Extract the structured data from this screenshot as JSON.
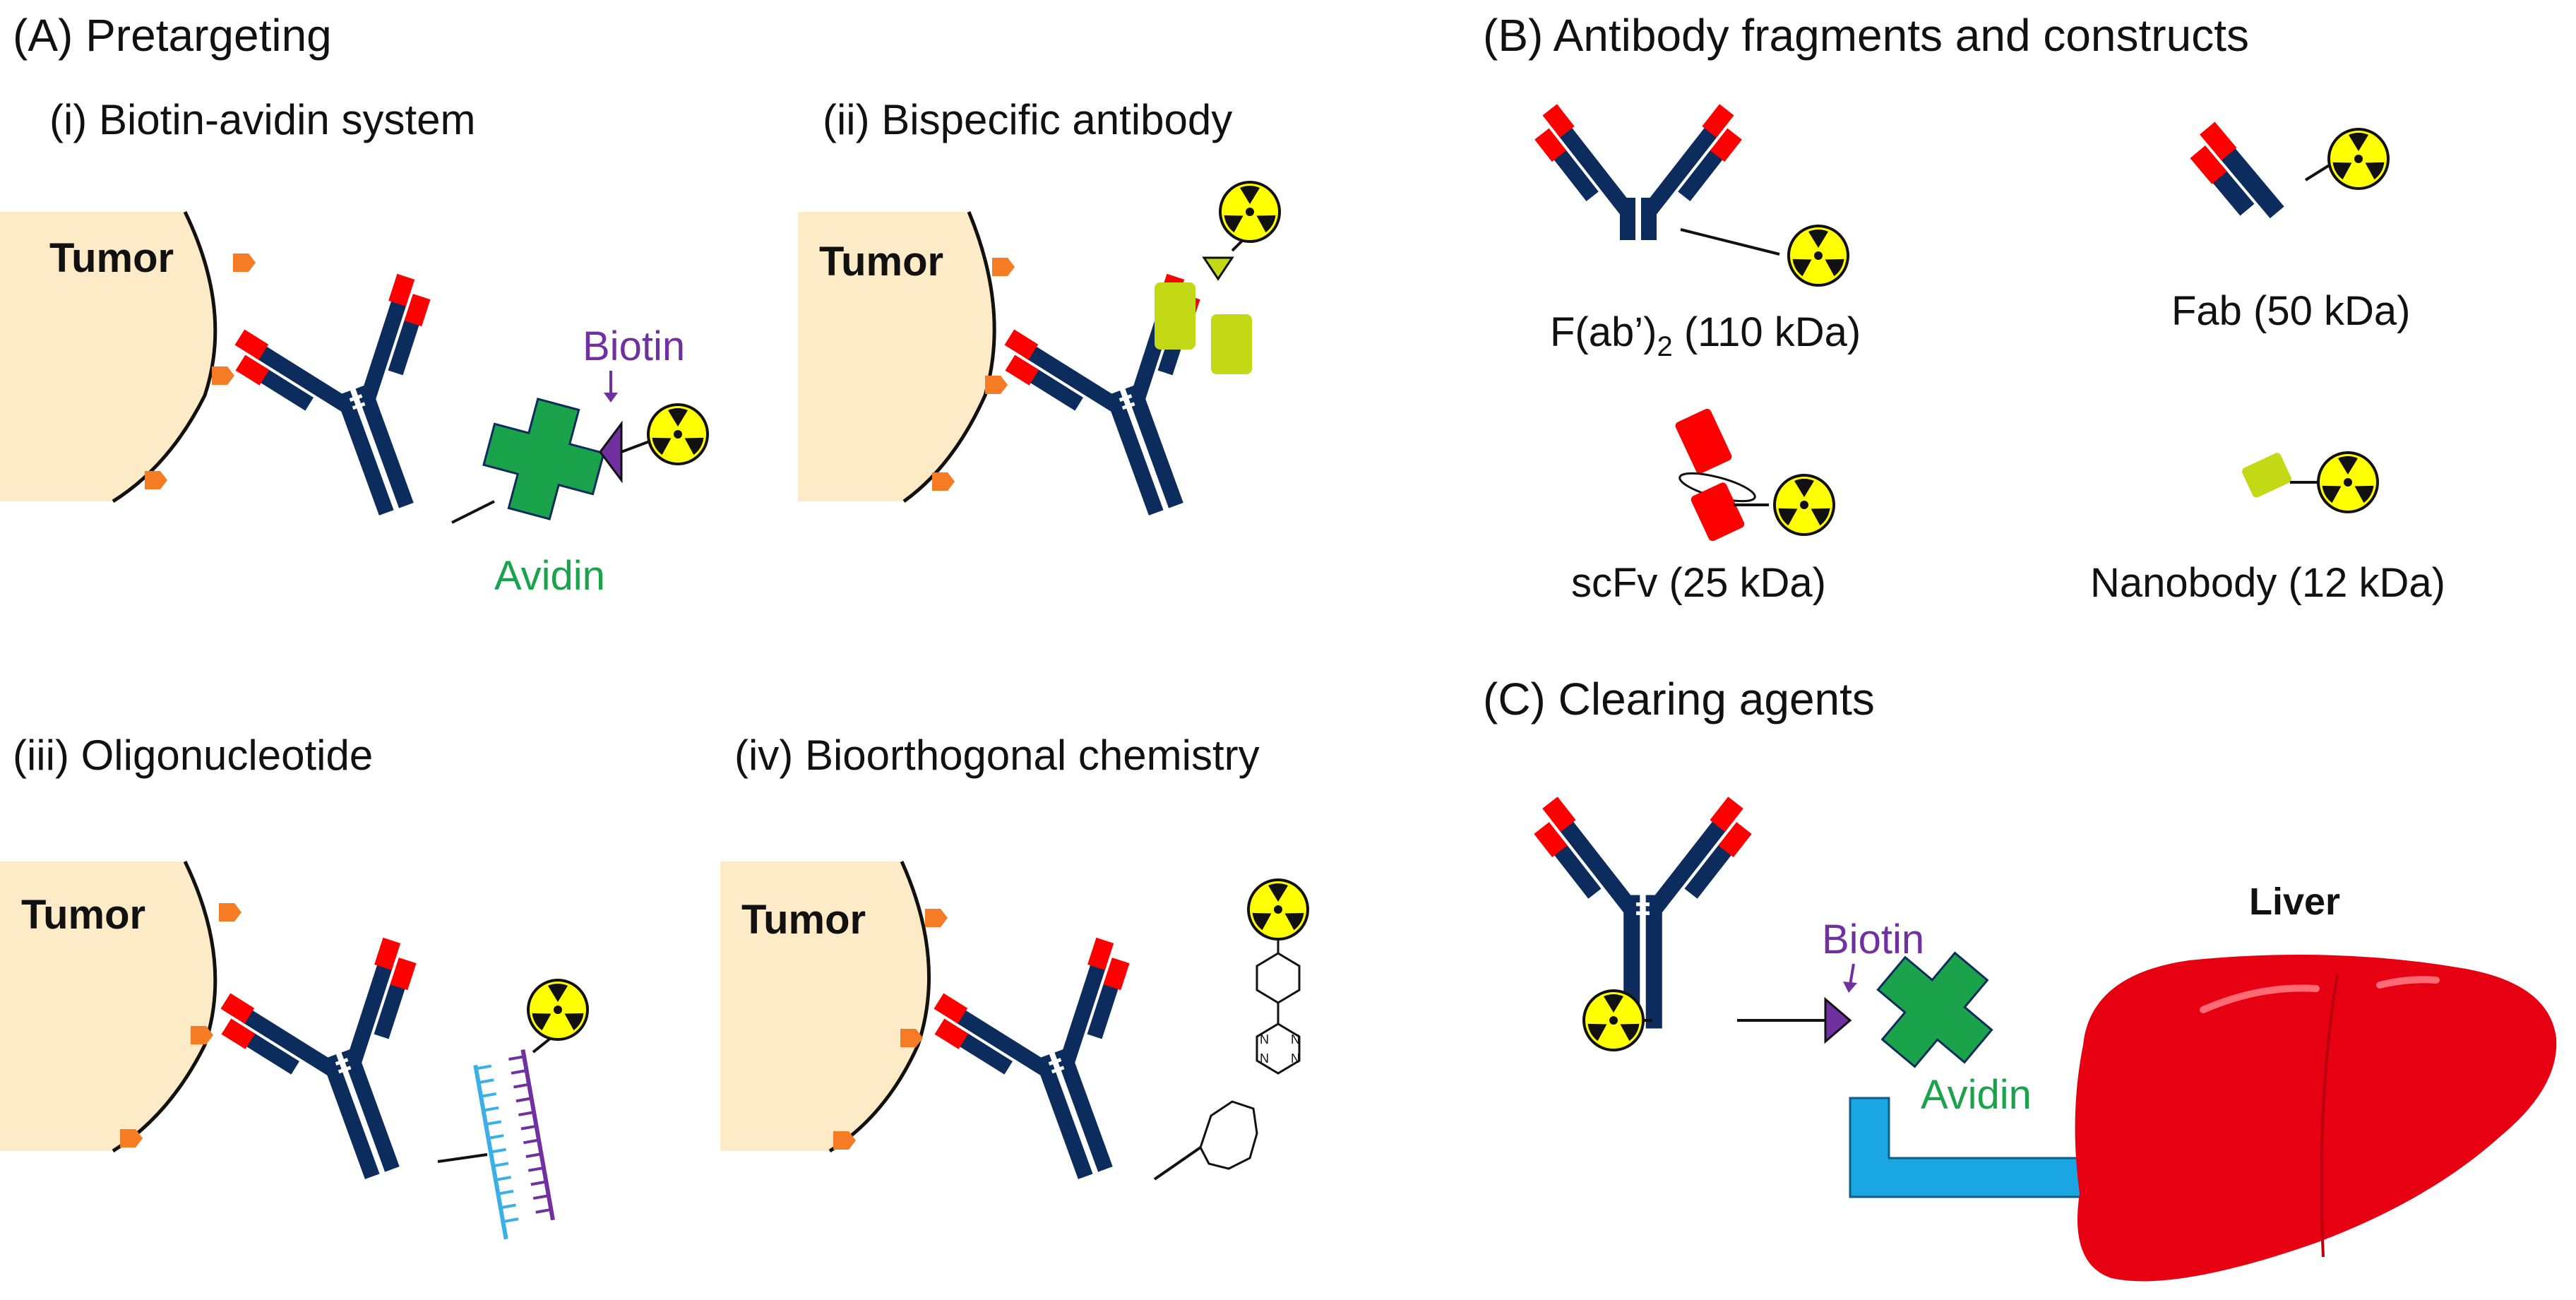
{
  "sections": {
    "A": {
      "title": "(A) Pretargeting"
    },
    "B": {
      "title": "(B) Antibody fragments and constructs"
    },
    "C": {
      "title": "(C) Clearing agents"
    }
  },
  "panels": {
    "i": {
      "title": "(i) Biotin-avidin system",
      "tumor": "Tumor",
      "biotin": "Biotin",
      "avidin": "Avidin"
    },
    "ii": {
      "title": "(ii) Bispecific antibody",
      "tumor": "Tumor"
    },
    "iii": {
      "title": "(iii) Oligonucleotide",
      "tumor": "Tumor"
    },
    "iv": {
      "title": "(iv) Bioorthogonal chemistry",
      "tumor": "Tumor"
    }
  },
  "fragments": {
    "fab2": {
      "name": "F(ab’)",
      "sub": "2",
      "size": " (110 kDa)"
    },
    "fab": {
      "label": "Fab (50 kDa)"
    },
    "scfv": {
      "label": "scFv (25 kDa)"
    },
    "nanobody": {
      "label": "Nanobody (12 kDa)"
    }
  },
  "clearing": {
    "biotin": "Biotin",
    "avidin": "Avidin",
    "organ": "Liver"
  },
  "colors": {
    "antibody": "#0d2c5e",
    "variable_domain": "#ff0000",
    "tumor_fill": "#fdebc8",
    "antigen": "#f57c25",
    "biotin": "#7030a0",
    "avidin": "#1aa34a",
    "bispecific_arm": "#c4d916",
    "radio_yellow": "#ffff00",
    "oligo_blue": "#3ab0e6",
    "arrow": "#1aa6e3",
    "liver": "#e60012"
  }
}
